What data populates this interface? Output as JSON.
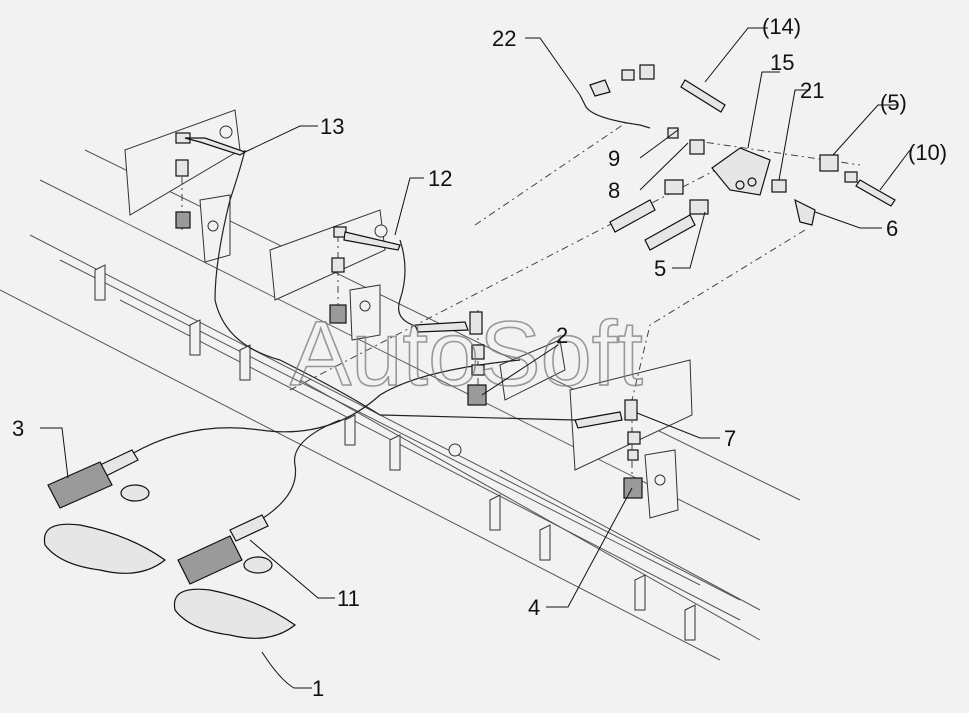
{
  "watermark": "AutoSoft",
  "callouts": {
    "c1": "1",
    "c2": "2",
    "c3": "3",
    "c4": "4",
    "c5": "5",
    "c6": "6",
    "c7": "7",
    "c8": "8",
    "c9": "9",
    "c11": "11",
    "c12": "12",
    "c13": "13",
    "c15": "15",
    "c21": "21",
    "c22": "22",
    "c14": "(14)",
    "c5p": "(5)",
    "c10": "(10)"
  }
}
